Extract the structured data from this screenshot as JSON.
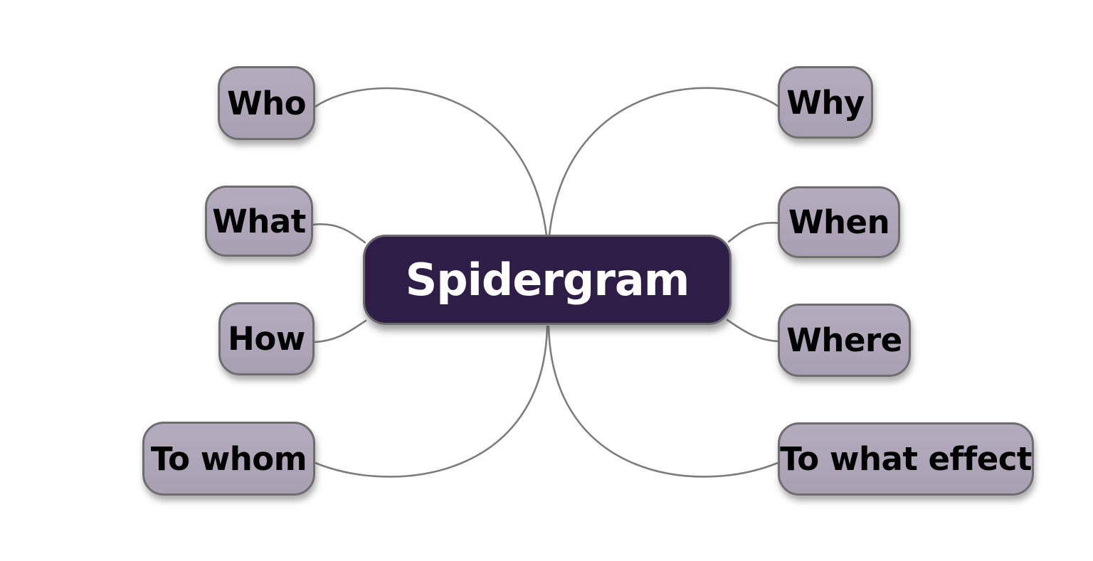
{
  "diagram": {
    "type": "mindmap",
    "center": {
      "label": "Spidergram"
    },
    "nodes": [
      {
        "id": "who",
        "label": "Who",
        "side": "left"
      },
      {
        "id": "what",
        "label": "What",
        "side": "left"
      },
      {
        "id": "how",
        "label": "How",
        "side": "left"
      },
      {
        "id": "to-whom",
        "label": "To whom",
        "side": "left"
      },
      {
        "id": "why",
        "label": "Why",
        "side": "right"
      },
      {
        "id": "when",
        "label": "When",
        "side": "right"
      },
      {
        "id": "where",
        "label": "Where",
        "side": "right"
      },
      {
        "id": "to-what-effect",
        "label": "To what effect",
        "side": "right"
      }
    ],
    "colors": {
      "background": "#ffffff",
      "center_fill": "#2e1d47",
      "center_text": "#ffffff",
      "node_fill": "#aea6b8",
      "node_text": "#000000",
      "node_border": "#6e6e6e",
      "connector": "#7d7d7d"
    }
  }
}
